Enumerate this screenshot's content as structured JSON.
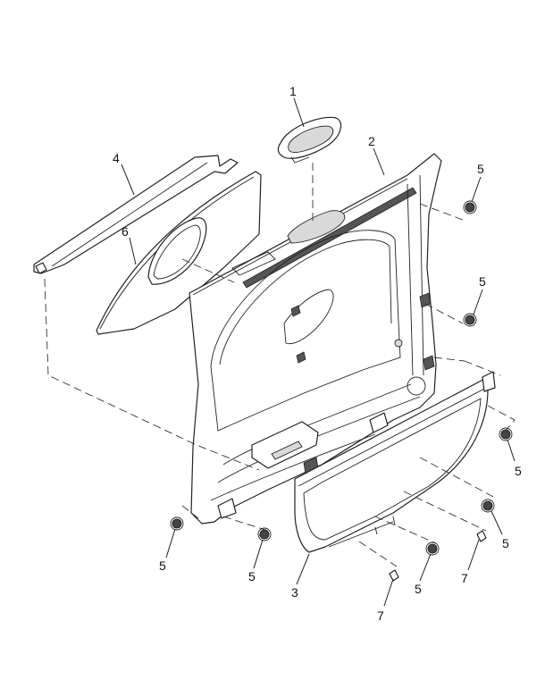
{
  "callouts": [
    {
      "id": "c1",
      "text": "1"
    },
    {
      "id": "c2",
      "text": "2"
    },
    {
      "id": "c3",
      "text": "3"
    },
    {
      "id": "c4",
      "text": "4"
    },
    {
      "id": "c5a",
      "text": "5"
    },
    {
      "id": "c5b",
      "text": "5"
    },
    {
      "id": "c5c",
      "text": "5"
    },
    {
      "id": "c5d",
      "text": "5"
    },
    {
      "id": "c5e",
      "text": "5"
    },
    {
      "id": "c5f",
      "text": "5"
    },
    {
      "id": "c5g",
      "text": "5"
    },
    {
      "id": "c6",
      "text": "6"
    },
    {
      "id": "c7a",
      "text": "7"
    },
    {
      "id": "c7b",
      "text": "7"
    }
  ]
}
